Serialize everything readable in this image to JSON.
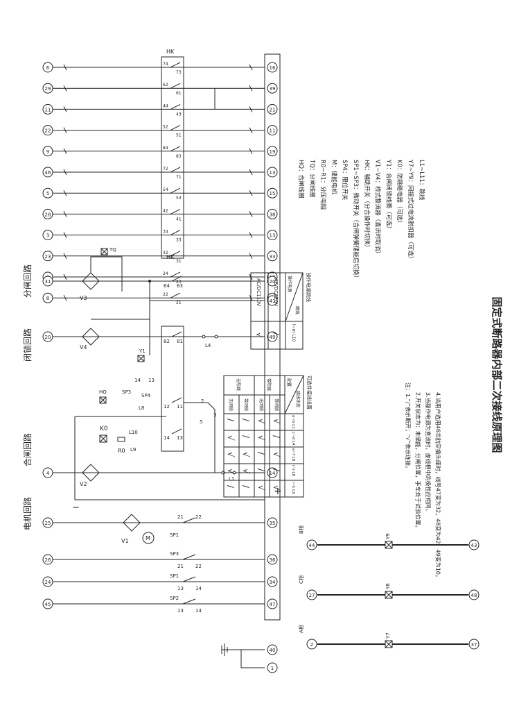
{
  "title": "固定式断路器内部二次接线原理图",
  "circuit_labels": {
    "motor": "电机回路",
    "close": "合闸回路",
    "lock": "闭锁回路",
    "open": "分闸回路"
  },
  "polarity": {
    "minus": "−",
    "plus": "+"
  },
  "hk_label": "HK",
  "top_terminals": [
    {
      "left": "6",
      "right": "16",
      "c1": "74",
      "c2": "73"
    },
    {
      "left": "29",
      "right": "39",
      "c1": "62",
      "c2": "61"
    },
    {
      "left": "11",
      "right": "21",
      "c1": "44",
      "c2": "43"
    },
    {
      "left": "22",
      "right": "11",
      "c1": "52",
      "c2": "51"
    },
    {
      "left": "9",
      "right": "19",
      "c1": "84",
      "c2": "83"
    },
    {
      "left": "46",
      "right": "13",
      "c1": "72",
      "c2": "71"
    },
    {
      "left": "5",
      "right": "15",
      "c1": "54",
      "c2": "53"
    },
    {
      "left": "28",
      "right": "38",
      "c1": "42",
      "c2": "41"
    },
    {
      "left": "3",
      "right": "13",
      "c1": "34",
      "c2": "33"
    },
    {
      "left": "23",
      "right": "33",
      "c1": "32",
      "c2": "31"
    },
    {
      "left": "7",
      "right": "17",
      "c1": "24",
      "c2": "23"
    },
    {
      "left": "8",
      "right": "18",
      "c1": "22",
      "c2": "21"
    }
  ],
  "open_circuit": {
    "left": "31",
    "right": "20",
    "c1": "64",
    "c2": "63",
    "coil": "TQ",
    "bridge": "V3",
    "extra": "41"
  },
  "lock_circuit": {
    "left": "20",
    "right": "49",
    "c1": "82",
    "c2": "81",
    "bridge": "V4",
    "coil": "Y1",
    "link": "L4"
  },
  "close_circuit": {
    "left": "4",
    "right": "14",
    "bridge": "V2",
    "coil": "HQ",
    "sp": "SP3",
    "sp4": "SP4",
    "l8": "L8",
    "k0": "K0",
    "r0": "R0",
    "l9": "L9",
    "l10": "L10",
    "l1": "L1",
    "n14": "14",
    "n13": "13",
    "n12": "12",
    "n11": "11",
    "n2": "2",
    "n3": "3",
    "n5": "5"
  },
  "motor_circuit": {
    "left": "25",
    "right": "35",
    "bridge": "V1",
    "motor": "M",
    "sp1": "SP1",
    "n21": "21",
    "n22": "22"
  },
  "lower_rows": [
    {
      "left": "26",
      "right": "36",
      "sw": "SP3",
      "a": "21",
      "b": "22"
    },
    {
      "left": "24",
      "right": "34",
      "sw": "SP1",
      "a": "13",
      "b": "14"
    },
    {
      "left": "45",
      "right": "47",
      "sw": "SP2",
      "a": "13",
      "b": "14"
    }
  ],
  "phase_rows": [
    {
      "phase": "B相",
      "left": "44",
      "right": "43",
      "device": "Y9"
    },
    {
      "phase": "C相",
      "left": "27",
      "right": "48",
      "device": "Y8"
    },
    {
      "phase": "A相",
      "left": "2",
      "right": "37",
      "device": "Y7"
    }
  ],
  "ground_terminals": [
    "40",
    "1"
  ],
  "legend": [
    "HQ：合闸线圈",
    "TQ：分闸线圈",
    "R0~R1：分压电阻",
    "M：储能电机",
    "SP4：限位开关",
    "SP1~SP3：微动开关（合闸弹簧储能后切换）",
    "HK：辅助开关（分合操作时切换）",
    "V1~V4：桥式整流器（直流时取消）",
    "Y1：合闸闭锁线圈（可选）",
    "K0：防跳继电器（可选）",
    "Y7~Y9：间接式过电流脱扣器（可选）",
    "L1~L11：跳线"
  ],
  "voltage_table": {
    "caption": "操作电源跳线",
    "head1": "跳线",
    "head2": "操作电源",
    "col": "l~m L10",
    "rows": [
      {
        "label": "AC/DC220V",
        "mark": "∕"
      },
      {
        "label": "AC/DC110V",
        "mark": "√"
      }
    ]
  },
  "config_table": {
    "caption": "可选件接线设置",
    "head_a": "跳线状态",
    "head_b": "配置",
    "cols": [
      "a~b L1",
      "c~d L4",
      "e~f L8",
      "i~j L8",
      "i~k L9"
    ],
    "rows": [
      {
        "group": "带防跳",
        "sub": "带闭锁",
        "marks": [
          "√",
          "∕",
          "√",
          "∕",
          "√"
        ]
      },
      {
        "group": "",
        "sub": "无闭锁",
        "marks": [
          "√",
          "√",
          "∕",
          "∕",
          "√"
        ]
      },
      {
        "group": "无防跳",
        "sub": "带闭锁",
        "marks": [
          "∕",
          "∕",
          "√",
          "√",
          "∕"
        ]
      },
      {
        "group": "",
        "sub": "无闭锁",
        "marks": [
          "∕",
          "√",
          "√",
          "√",
          "∕"
        ]
      }
    ]
  },
  "notes": [
    "注：1.“∕”表示断开；“√”表示连接。",
    "2.开关状态为：未储能，分闸位置，手车处于试验位置。",
    "3.当操作电源为直流时，虚线框中的极性应相同。",
    "4.当用户选用46芯航空插头座时，线号47变为32，48变为42，49变为10。"
  ]
}
